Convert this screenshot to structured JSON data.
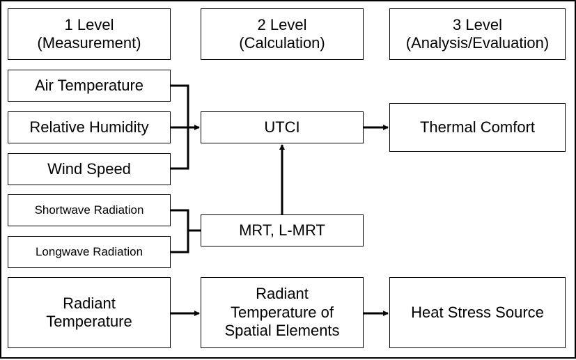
{
  "levels": {
    "level1": "1 Level\n(Measurement)",
    "level2": "2 Level\n(Calculation)",
    "level3": "3 Level\n(Analysis/Evaluation)"
  },
  "nodes": {
    "air_temperature": "Air Temperature",
    "relative_humidity": "Relative Humidity",
    "wind_speed": "Wind Speed",
    "shortwave_radiation": "Shortwave Radiation",
    "longwave_radiation": "Longwave Radiation",
    "radiant_temperature": "Radiant\nTemperature",
    "utci": "UTCI",
    "mrt": "MRT, L-MRT",
    "radiant_temperature_spatial": "Radiant\nTemperature of\nSpatial Elements",
    "thermal_comfort": "Thermal Comfort",
    "heat_stress_source": "Heat Stress Source"
  }
}
